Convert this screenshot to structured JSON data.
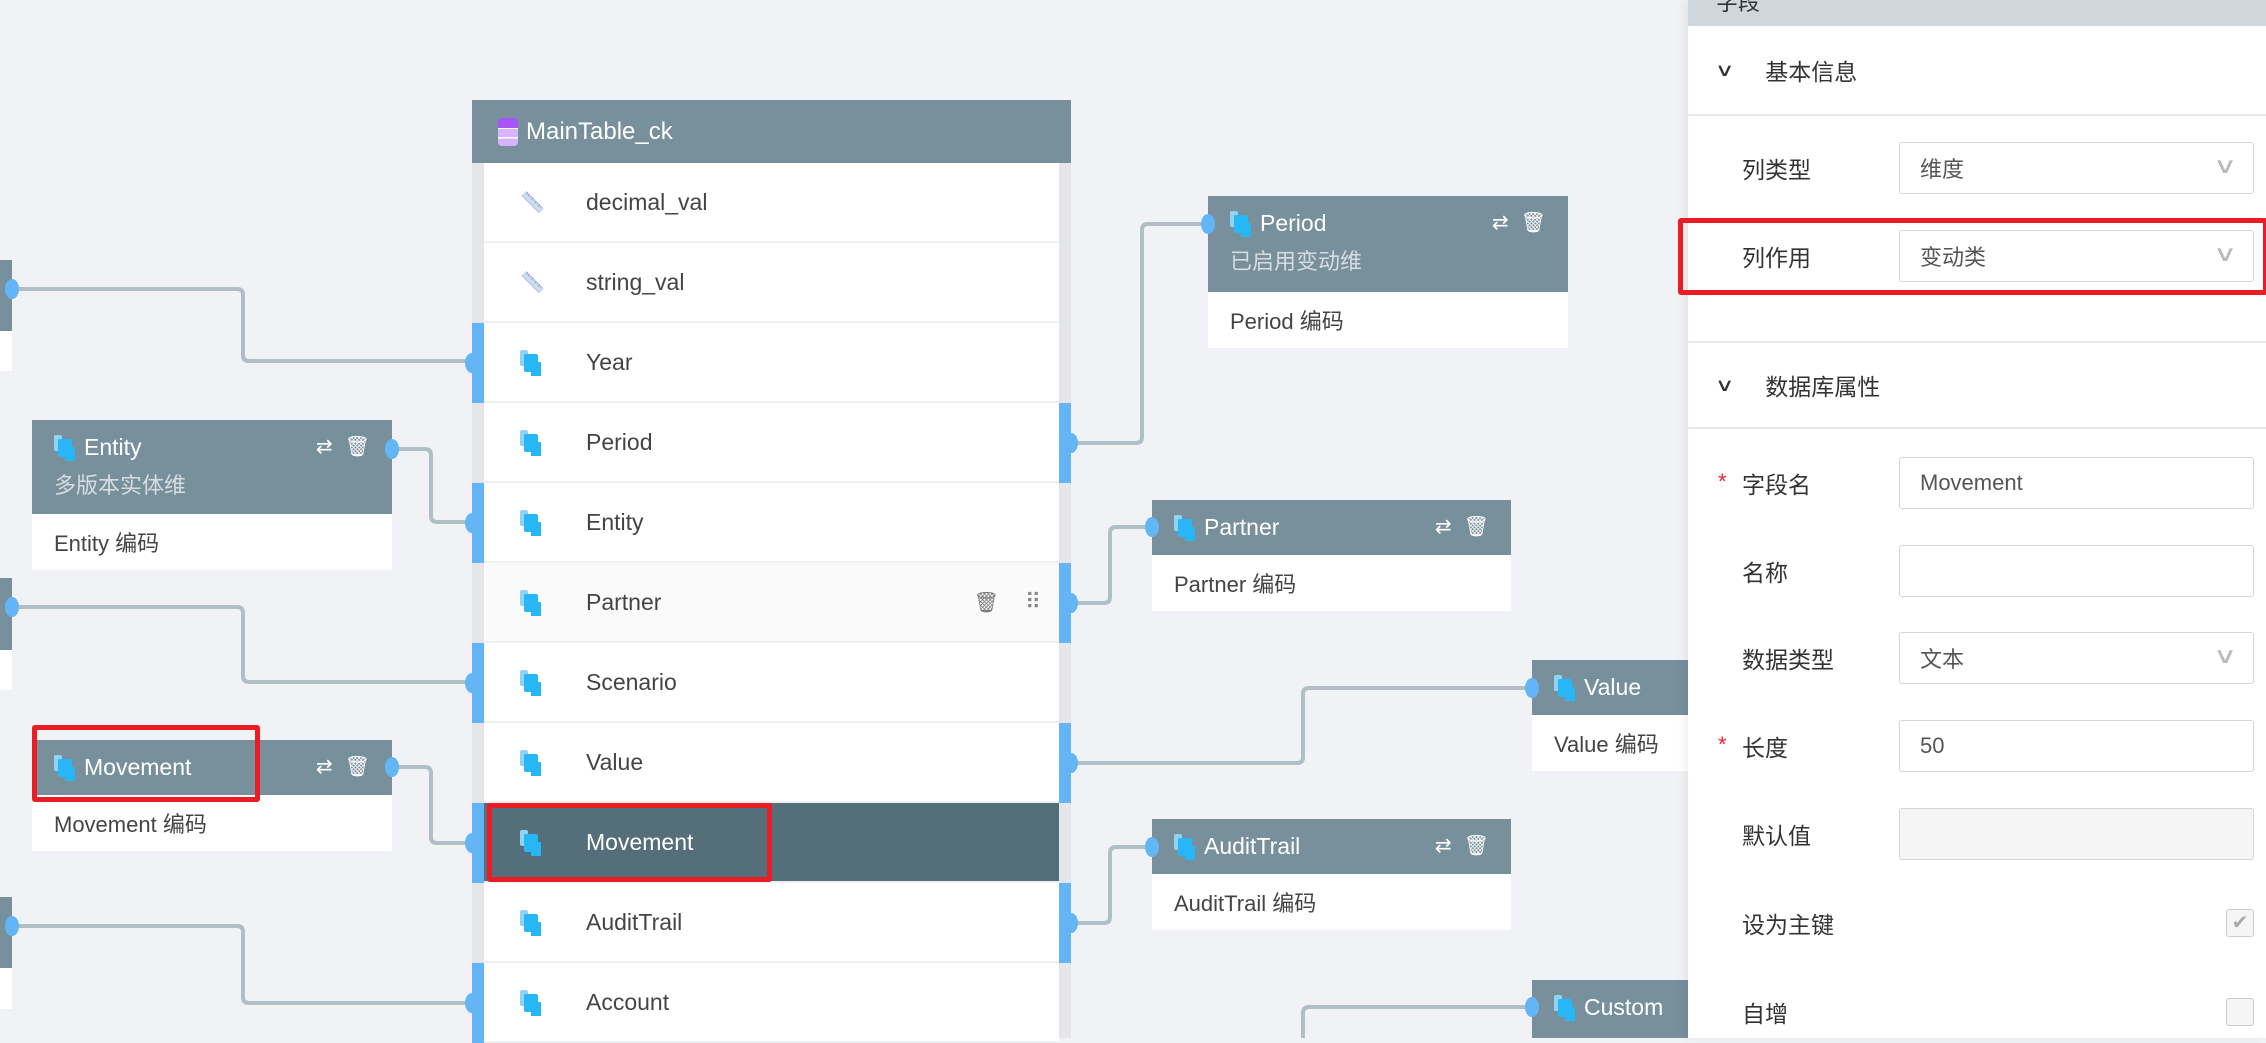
{
  "main_table": {
    "title": "MainTable_ck",
    "rows": [
      {
        "label": "decimal_val",
        "icon": "ruler-icon"
      },
      {
        "label": "string_val",
        "icon": "ruler-icon"
      },
      {
        "label": "Year",
        "icon": "dimension-icon"
      },
      {
        "label": "Period",
        "icon": "dimension-icon"
      },
      {
        "label": "Entity",
        "icon": "dimension-icon"
      },
      {
        "label": "Partner",
        "icon": "dimension-icon"
      },
      {
        "label": "Scenario",
        "icon": "dimension-icon"
      },
      {
        "label": "Value",
        "icon": "dimension-icon"
      },
      {
        "label": "Movement",
        "icon": "dimension-icon"
      },
      {
        "label": "AuditTrail",
        "icon": "dimension-icon"
      },
      {
        "label": "Account",
        "icon": "dimension-icon"
      }
    ]
  },
  "nodes": {
    "entity": {
      "title": "Entity",
      "subtitle": "多版本实体维",
      "body": "Entity 编码"
    },
    "movement": {
      "title": "Movement",
      "body": "Movement 编码"
    },
    "period": {
      "title": "Period",
      "subtitle": "已启用变动维",
      "body": "Period 编码"
    },
    "partner": {
      "title": "Partner",
      "body": "Partner 编码"
    },
    "value": {
      "title": "Value",
      "body": "Value 编码"
    },
    "audittrail": {
      "title": "AuditTrail",
      "body": "AuditTrail 编码"
    },
    "custom": {
      "title": "Custom"
    }
  },
  "panel": {
    "title": "字段",
    "section_basic": "基本信息",
    "column_type_label": "列类型",
    "column_type_value": "维度",
    "column_role_label": "列作用",
    "column_role_value": "变动类",
    "section_db": "数据库属性",
    "field_name_label": "字段名",
    "field_name_value": "Movement",
    "name_label": "名称",
    "name_value": "",
    "data_type_label": "数据类型",
    "data_type_value": "文本",
    "length_label": "长度",
    "length_value": "50",
    "default_label": "默认值",
    "primary_key_label": "设为主键",
    "primary_key_checked": true,
    "auto_inc_label": "自增",
    "auto_inc_checked": false,
    "required_mark": "*"
  },
  "colors": {
    "node_header": "#78909c",
    "selected_row": "#546e7a",
    "handle": "#64b5f6",
    "highlight": "#ec1c24"
  }
}
